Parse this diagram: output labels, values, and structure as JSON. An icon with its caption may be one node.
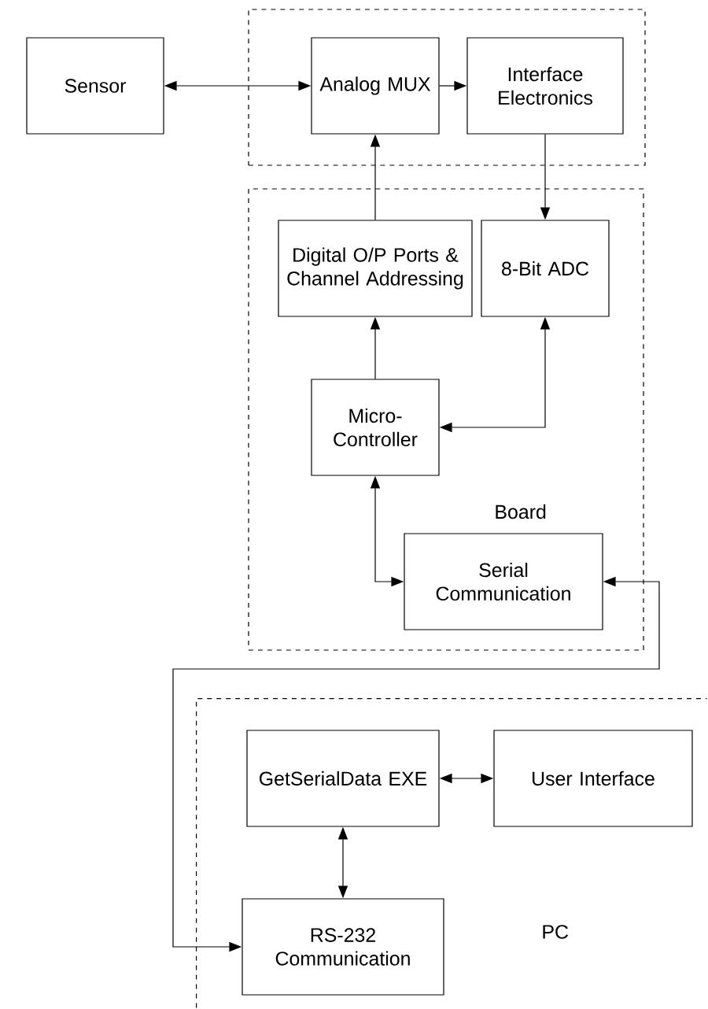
{
  "diagram": {
    "nodes": [
      {
        "text": [],
        "shape": "box"
      },
      {
        "text": [
          "Sensor"
        ]
      },
      {
        "text": [
          "Analog MUX"
        ],
        "in": 0
      },
      {
        "text": [
          "Interface Electronics"
        ],
        "in": 0
      },
      {
        "text": [
          "Board"
        ]
      },
      {
        "text": [
          "Digital O/P Ports & Channel Addressing"
        ],
        "in": 4
      },
      {
        "text": [
          "8-Bit ADC"
        ],
        "in": 4
      },
      {
        "text": [
          "Micro- Controller"
        ],
        "in": 4
      },
      {
        "text": [
          "Serial Communication"
        ],
        "in": 4
      },
      {
        "text": [
          "PC"
        ]
      },
      {
        "text": [
          "GetSerialData EXE"
        ],
        "in": 9
      },
      {
        "text": [
          "User Interface"
        ],
        "in": 9
      },
      {
        "text": [
          "RS-232 Communication"
        ],
        "in": 9
      }
    ],
    "edges": [
      {
        "from": 1,
        "to": 2,
        "arrow": "both"
      },
      {
        "from": 2,
        "to": 3,
        "arrow": "to"
      },
      {
        "from": 3,
        "to": 6,
        "arrow": "to"
      },
      {
        "from": 5,
        "to": 2,
        "arrow": "to"
      },
      {
        "from": 7,
        "to": 5,
        "arrow": "to"
      },
      {
        "from": 7,
        "to": 6,
        "arrow": "both"
      },
      {
        "from": 7,
        "to": 8,
        "arrow": "both"
      },
      {
        "from": 8,
        "to": 12,
        "arrow": "both"
      },
      {
        "from": 10,
        "to": 11,
        "arrow": "both"
      },
      {
        "from": 10,
        "to": 12,
        "arrow": "both"
      }
    ]
  }
}
